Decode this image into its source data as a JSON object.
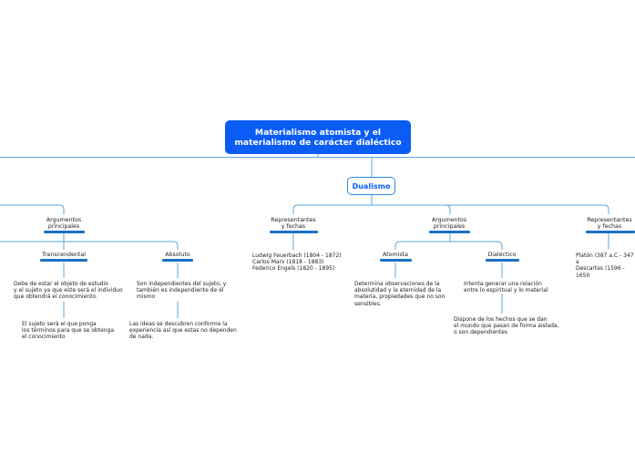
{
  "root": {
    "title": "Materialismo atomista y el materialismo de carácter dialéctico"
  },
  "dualismo": {
    "label": "Dualismo"
  },
  "left": {
    "argumentos": "Argumentos\nprincipales",
    "trascendental": "Transcendental",
    "absoluto": "Absoluto",
    "trasc_text1": "Debe de estar el objeto de estudio\ny el sujeto ya que este será el individuo\nque obtendrá el conocimiento.",
    "trasc_text2": "El sujeto será el que ponga\nlos términos para que se obtenga\nel conocimiento",
    "abs_text1": "Son independientes del sujeto, y\ntambién es independiente de él\nmismo",
    "abs_text2": "Las ideas se descubren conforme la\nexperiencia así que estas no dependen\nde nada."
  },
  "middle": {
    "representantes": "Representantes\ny fechas",
    "rep_text": "Ludwig Feuerbach (1804 - 1872)\nCarlos Marx (1818 - 1883)\nFederico Engels (1820 - 1895)",
    "argumentos": "Argumentos\nprincipales",
    "atomista": "Atomista",
    "dialectico": "Dialéctico",
    "atom_text": "Determina observaciones de la\nabsolutidad y la eternidad de la\nmateria, propiedades que no son\nsensibles.",
    "dial_text1": "Intenta generar una relación\nentre lo espiritual y lo material",
    "dial_text2": "Dispone de los hechos que se dan\nel mundo que pasan de forma aislada,\no son dependientes"
  },
  "right": {
    "representantes": "Representantes\ny fechas",
    "rep_text": "Platón (387 a.C - 347 a\nDescartes (1596 - 1650"
  }
}
